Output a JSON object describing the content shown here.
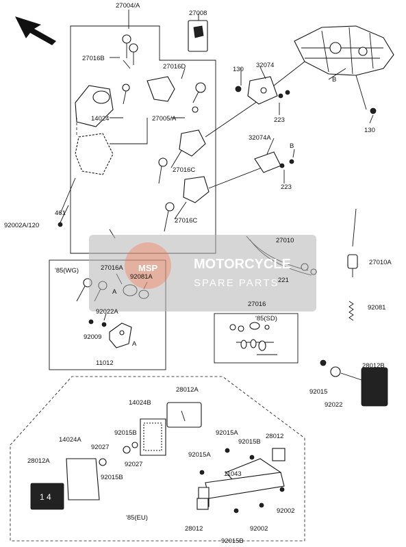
{
  "watermark": {
    "title": "MOTORCYCLE",
    "subtitle": "SPARE PARTS"
  },
  "labels": {
    "l0": "27004/A",
    "l1": "27008",
    "l2": "27016B",
    "l3": "27016D",
    "l4": "130",
    "l5": "32074",
    "l6": "B",
    "l7": "223",
    "l8": "14024",
    "l9": "27005/A",
    "l10": "130",
    "l11": "32074A",
    "l12": "B",
    "l13": "27016C",
    "l14": "223",
    "l15": "461",
    "l16": "27016C",
    "l17": "92002A/120",
    "l18": "27010",
    "l19": "27010A",
    "l20": "27016A",
    "l21": "'85(WG)",
    "l22": "92081A",
    "l23": "221",
    "l24": "A",
    "l25": "27016",
    "l26": "92081",
    "l27": "92022A",
    "l28": "'85(SD)",
    "l29": "92009",
    "l30": "A",
    "l31": "11012",
    "l32": "28012B",
    "l33": "28012A",
    "l34": "92015",
    "l35": "14024B",
    "l36": "92022",
    "l37": "92015B",
    "l38": "92015A",
    "l39": "28012",
    "l40": "14024A",
    "l41": "92015B",
    "l42": "92027",
    "l43": "92015A",
    "l44": "28012A",
    "l45": "92027",
    "l46": "11043",
    "l47": "92015B",
    "l48": "92002",
    "l49": "'85(EU)",
    "l50": "28012",
    "l51": "92002",
    "l52": "92015B"
  }
}
